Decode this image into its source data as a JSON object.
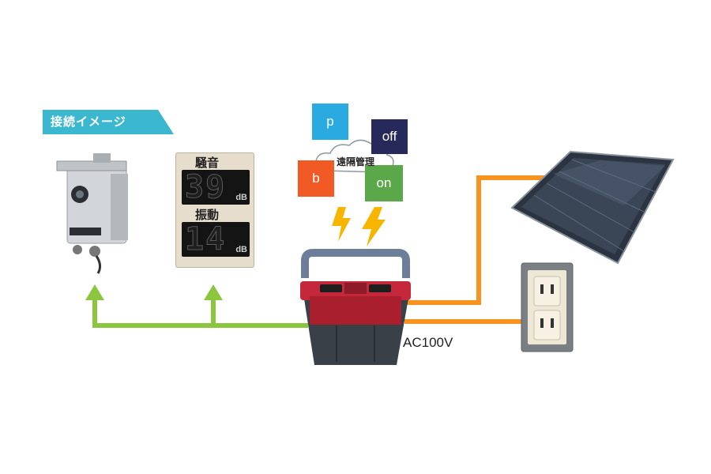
{
  "header": {
    "tag": "接続イメージ"
  },
  "display_unit": {
    "noise_label": "騒音",
    "noise_value": "39",
    "noise_unit": "dB",
    "vibration_label": "振動",
    "vibration_value": "14",
    "vibration_unit": "dB"
  },
  "remote": {
    "cloud_label": "遠隔管理",
    "tiles": [
      "p",
      "off",
      "b",
      "on"
    ]
  },
  "power": {
    "ac_label": "AC100V"
  },
  "colors": {
    "green_link": "#8cc63f",
    "orange_link": "#f7931e",
    "tag_bg": "#3bb8cf",
    "tile_p": "#29abe2",
    "tile_off": "#27295a",
    "tile_b": "#f15a24",
    "tile_on": "#5aa84a"
  }
}
